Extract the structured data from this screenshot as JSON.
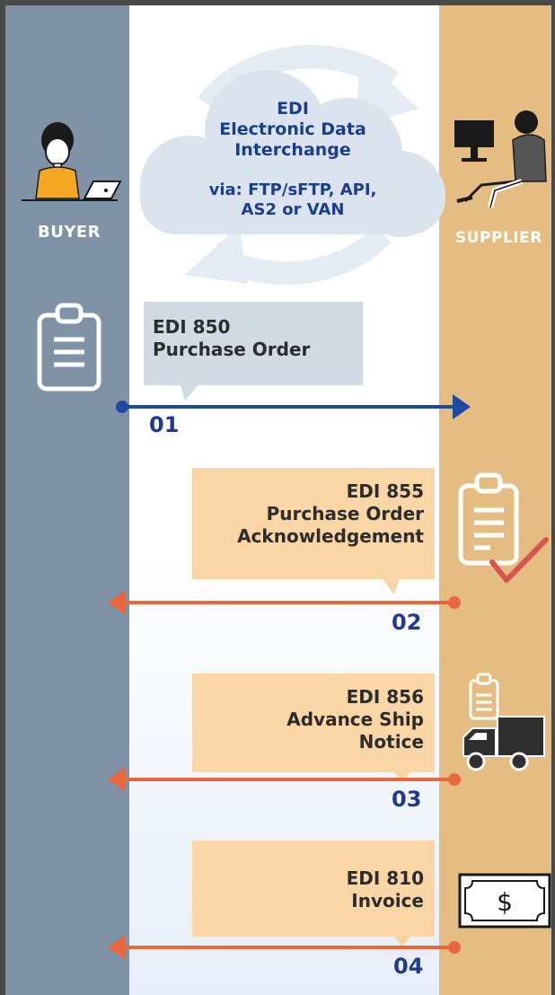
{
  "roles": {
    "buyer": "BUYER",
    "supplier": "SUPPLIER"
  },
  "cloud": {
    "title": [
      "EDI",
      "Electronic Data",
      "Interchange"
    ],
    "via": [
      "via: FTP/sFTP, API,",
      "AS2 or VAN"
    ]
  },
  "steps": [
    {
      "number": "01",
      "lines": [
        "EDI 850",
        "Purchase Order"
      ],
      "direction": "buyer-to-supplier",
      "color": "#1f4aa3",
      "box_color": "#d2dae3",
      "icon": "clipboard-icon"
    },
    {
      "number": "02",
      "lines": [
        "EDI 855",
        "Purchase Order",
        "Acknowledgement"
      ],
      "direction": "supplier-to-buyer",
      "color": "#e8673b",
      "box_color": "#fad5a5",
      "icon": "clipboard-check-icon"
    },
    {
      "number": "03",
      "lines": [
        "EDI 856",
        "Advance Ship",
        "Notice"
      ],
      "direction": "supplier-to-buyer",
      "color": "#e8673b",
      "box_color": "#fad5a5",
      "icon": "delivery-truck-icon"
    },
    {
      "number": "04",
      "lines": [
        "EDI 810",
        "Invoice"
      ],
      "direction": "supplier-to-buyer",
      "color": "#e8673b",
      "box_color": "#fad5a5",
      "icon": "dollar-bill-icon"
    }
  ],
  "colors": {
    "buyer_column": "#7f92a6",
    "supplier_column": "#e5bd83",
    "cloud": "#dbe4ee",
    "step_number": "#213a8f"
  }
}
